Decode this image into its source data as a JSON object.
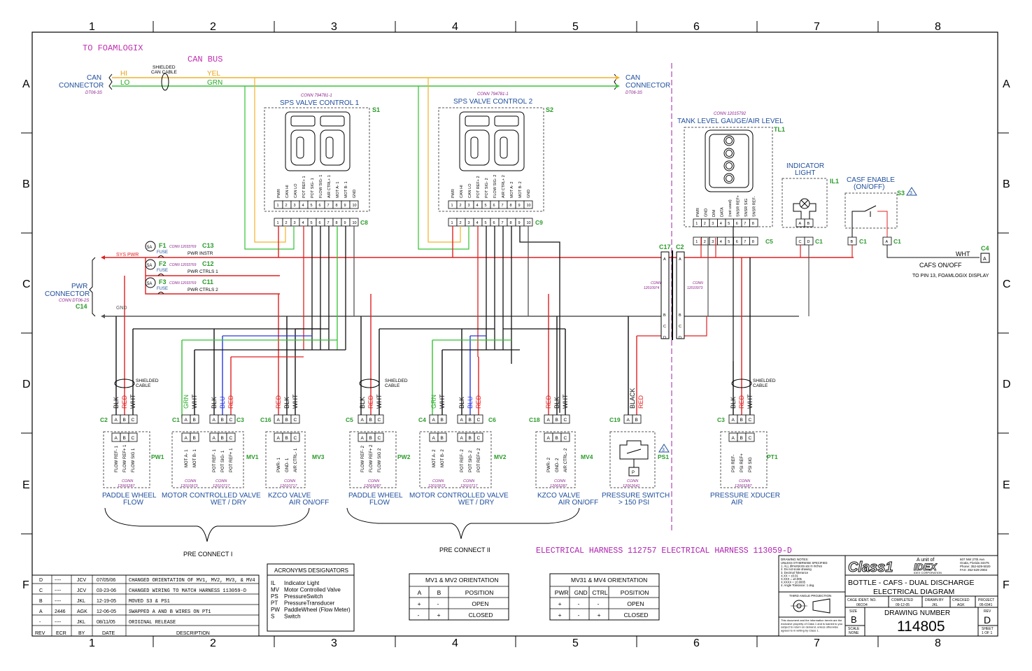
{
  "grid": {
    "columns": [
      "1",
      "2",
      "3",
      "4",
      "5",
      "6",
      "7",
      "8"
    ],
    "rows": [
      "A",
      "B",
      "C",
      "D",
      "E",
      "F"
    ]
  },
  "header": {
    "to_foamlogix": "TO FOAMLOGIX",
    "can_bus": "CAN BUS",
    "shielded_can_cable_1": "SHIELDED",
    "shielded_can_cable_2": "CAN CABLE",
    "hi": "HI",
    "lo": "LO",
    "yel": "YEL",
    "grn": "GRN",
    "can_connector_left_1": "CAN",
    "can_connector_left_2": "CONNECTOR",
    "can_connector_left_part": "DT06-3S",
    "can_connector_right_1": "CAN",
    "can_connector_right_2": "CONNECTOR",
    "can_connector_right_part": "DT06-3S"
  },
  "modules": {
    "s1": {
      "conn": "CONN 794781-1",
      "title": "SPS VALVE CONTROL 1",
      "tag": "S1",
      "pins": [
        "PWR",
        "CAN HI",
        "CAN LO",
        "POT REF+ 1",
        "POT SIG- 1",
        "FLOW SIG- 1",
        "AIR CTRL+ 1",
        "MOT A- 1",
        "MOT B- 1",
        "GND"
      ],
      "nums": [
        "1",
        "2",
        "3",
        "4",
        "5",
        "6",
        "7",
        "8",
        "9",
        "10"
      ],
      "c": "C8"
    },
    "s2": {
      "conn": "CONN 794781-1",
      "title": "SPS VALVE CONTROL 2",
      "tag": "S2",
      "pins": [
        "PWR",
        "CAN HI",
        "CAN LO",
        "POT REF+ 2",
        "POT SIG- 2",
        "FLOW SIG- 2",
        "AIR CTRL+ 2",
        "MOT A- 2",
        "MOT B- 2",
        "GND"
      ],
      "nums": [
        "1",
        "2",
        "3",
        "4",
        "5",
        "6",
        "7",
        "8",
        "9",
        "10"
      ],
      "c": "C9"
    },
    "tl1": {
      "conn": "CONN 12015792",
      "title": "TANK LEVEL GAUGE/AIR LEVEL",
      "tag": "TL1",
      "pins": [
        "PWR",
        "GND",
        "DIM",
        "DATA",
        "(not used)",
        "SNSR REF+",
        "SNSR SIG",
        "SNSR REF-"
      ],
      "nums": [
        "1",
        "2",
        "3",
        "4",
        "5",
        "6",
        "7",
        "8"
      ],
      "c": "C5"
    },
    "il1": {
      "title_1": "INDICATOR",
      "title_2": "LIGHT",
      "tag": "IL1",
      "pins": [
        "A",
        "B"
      ],
      "c_pins": [
        "C",
        "D"
      ],
      "c": "C1"
    },
    "s3": {
      "title_1": "CASF ENABLE",
      "title_2": "(ON/OFF)",
      "tag": "S3",
      "note": "3",
      "c1_pin": "B",
      "c1b_pin": "A",
      "c": "C1"
    }
  },
  "power": {
    "f1": {
      "fuse": "F1",
      "amp": "5A",
      "label": "FUSE",
      "conn": "CONN 12033769",
      "c": "C13",
      "name": "PWR INSTR"
    },
    "f2": {
      "fuse": "F2",
      "amp": "5A",
      "label": "FUSE",
      "conn": "CONN 12033769",
      "c": "C12",
      "name": "PWR CTRLS 1"
    },
    "f3": {
      "fuse": "F3",
      "amp": "5A",
      "label": "FUSE",
      "conn": "CONN 12033769",
      "c": "C11",
      "name": "PWR CTRLS 2"
    },
    "sys_pwr": "SYS PWR",
    "gnd": "GND",
    "pwr_connector_1": "PWR",
    "pwr_connector_2": "CONNECTOR",
    "pwr_connector_part": "CONN DT06-2S",
    "c14": "C14"
  },
  "bulkhead": {
    "c17": "C17",
    "c2": "C2",
    "conn_left_1": "CONN",
    "conn_left_2": "12010974",
    "conn_right_1": "CONN",
    "conn_right_2": "12010973",
    "pins": [
      "A",
      "B",
      "C",
      "D"
    ]
  },
  "c4": {
    "tag": "C4",
    "pin": "A",
    "wht": "WHT",
    "label": "CAFS ON/OFF",
    "to": "TO PIN 13, FOAMLOGIX DISPLAY"
  },
  "lower": {
    "shield_1": "SHIELDED",
    "shield_2": "CABLE",
    "pw1": {
      "c": "C2",
      "wires": [
        "BLK",
        "RED",
        "WHT"
      ],
      "pins": [
        "A",
        "B",
        "C"
      ],
      "signals": [
        "FLOW REF- 1",
        "FLOW REF+ 1",
        "FLOW SIG 1"
      ],
      "tag": "PW1",
      "conn_1": "CONN",
      "conn_2": "12065287",
      "name_1": "PADDLE WHEEL",
      "name_2": "FLOW"
    },
    "mv1": {
      "c_a": "C1",
      "c_b": "C3",
      "wires_a": [
        "GRN",
        "WHT"
      ],
      "wires_b": [
        "BLK",
        "BLU",
        "RED"
      ],
      "pins_a": [
        "A",
        "B"
      ],
      "pins_b": [
        "A",
        "B",
        "C"
      ],
      "signals_a": [
        "MOT A- 1",
        "MOT B- 1"
      ],
      "signals_b": [
        "POT REF- 1",
        "POT SIG- 1",
        "POT REF+ 1"
      ],
      "tag": "MV1",
      "conn_a_1": "CONN",
      "conn_a_2": "12010973",
      "conn_b_1": "CONN",
      "conn_b_2": "12010717",
      "name_1": "MOTOR CONTROLLED VALVE",
      "name_2": "WET / DRY"
    },
    "mv3": {
      "c": "C16",
      "wires": [
        "RED",
        "BLK",
        "WHT"
      ],
      "pins": [
        "A",
        "B",
        "C"
      ],
      "signals": [
        "PWR- 1",
        "GND- 1",
        "AIR CTRL- 1"
      ],
      "tag": "MV3",
      "conn_1": "CONN",
      "conn_2": "12010717",
      "name_1": "KZCO VALVE",
      "name_2": "AIR ON/OFF"
    },
    "pw2": {
      "c": "C5",
      "wires": [
        "BLK",
        "RED",
        "WHT"
      ],
      "pins": [
        "A",
        "B",
        "C"
      ],
      "signals": [
        "FLOW REF- 2",
        "FLOW REF+ 2",
        "FLOW SIG 2"
      ],
      "tag": "PW2",
      "conn_1": "CONN",
      "conn_2": "12065287",
      "name_1": "PADDLE WHEEL",
      "name_2": "FLOW"
    },
    "mv2": {
      "c_a": "C4",
      "c_b": "C6",
      "wires_a": [
        "GRN",
        "WHT"
      ],
      "wires_b": [
        "BLK",
        "BLU",
        "RED"
      ],
      "pins_a": [
        "A",
        "B"
      ],
      "pins_b": [
        "A",
        "B",
        "C"
      ],
      "signals_a": [
        "MOT A- 2",
        "MOT B- 2"
      ],
      "signals_b": [
        "POT REF- 2",
        "POT SIG- 2",
        "POT REF+ 2"
      ],
      "tag": "MV2",
      "conn_a_1": "CONN",
      "conn_a_2": "12010973",
      "conn_b_1": "CONN",
      "conn_b_2": "12010717",
      "name_1": "MOTOR CONTROLLED VALVE",
      "name_2": "WET / DRY"
    },
    "mv4": {
      "c": "C18",
      "wires": [
        "RED",
        "BLK",
        "WHT"
      ],
      "pins": [
        "A",
        "B",
        "C"
      ],
      "signals": [
        "PWR- 2",
        "GND- 2",
        "AIR CTRL- 2"
      ],
      "tag": "MV4",
      "conn_1": "CONN",
      "conn_2": "12065287",
      "name_1": "KZCO VALVE",
      "name_2": "AIR ON/OFF"
    },
    "ps1": {
      "c": "C19",
      "wires": [
        "BLACK",
        "RED"
      ],
      "pins": [
        "A",
        "B"
      ],
      "tag": "PS1",
      "note": "3",
      "p": "P",
      "conn_1": "CONN",
      "conn_2": "12062641",
      "name_1": "PRESSURE SWITCH",
      "name_2": "> 150 PSI"
    },
    "pt1": {
      "c": "C3",
      "wires": [
        "BLK",
        "RED",
        "WHT"
      ],
      "pins": [
        "A",
        "B",
        "C"
      ],
      "signals": [
        "PSI REF-",
        "PSI REF+",
        "PSI SIG"
      ],
      "tag": "PT1",
      "conn_1": "CONN",
      "conn_2": "12065287",
      "name_1": "PRESSURE XDUCER",
      "name_2": "AIR"
    },
    "pre_connect_1": "PRE CONNECT I",
    "pre_connect_2": "PRE CONNECT II",
    "harness": "ELECTRICAL HARNESS 112757 ELECTRICAL HARNESS 113059-D"
  },
  "revisions": {
    "rows": [
      {
        "rev": "D",
        "ecr": "----",
        "by": "JCV",
        "date": "07/05/06",
        "desc": "CHANGED ORIENTATION OF MV1, MV2, MV3, & MV4"
      },
      {
        "rev": "C",
        "ecr": "----",
        "by": "JCV",
        "date": "03-23-06",
        "desc": "CHANGED WIRING TO MATCH HARNESS 113059-D"
      },
      {
        "rev": "B",
        "ecr": "----",
        "by": "JKL",
        "date": "12-19-05",
        "desc": "MOVED S3 & PS1"
      },
      {
        "rev": "A",
        "ecr": "2446",
        "by": "AGK",
        "date": "12-06-05",
        "desc": "SWAPPED A AND B WIRES ON PT1"
      },
      {
        "rev": "-",
        "ecr": "----",
        "by": "JKL",
        "date": "08/11/05",
        "desc": "ORIGINAL RELEASE"
      }
    ],
    "head": {
      "rev": "REV",
      "ecr": "ECR",
      "by": "BY",
      "date": "DATE",
      "desc": "DESCRIPTION"
    }
  },
  "acronyms": {
    "title": "ACRONYMS DESIGNATORS",
    "items": [
      {
        "k": "IL",
        "v": "Indicator Light"
      },
      {
        "k": "MV",
        "v": "Motor Controlled Valve"
      },
      {
        "k": "PS",
        "v": "PressureSwitch"
      },
      {
        "k": "PT",
        "v": "PressureTransducer"
      },
      {
        "k": "PW",
        "v": "PaddleWheel (Flow Meter)"
      },
      {
        "k": "S",
        "v": "Switch"
      }
    ]
  },
  "mv12_table": {
    "title": "MV1 & MV2 ORIENTATION",
    "head": [
      "A",
      "B",
      "POSITION"
    ],
    "rows": [
      [
        "+",
        "-",
        "OPEN"
      ],
      [
        "-",
        "+",
        "CLOSED"
      ]
    ]
  },
  "mv34_table": {
    "title": "MV31 & MV4 ORIENTATION",
    "head": [
      "PWR",
      "GND",
      "CTRL",
      "POSITION"
    ],
    "rows": [
      [
        "+",
        "-",
        "-",
        "OPEN"
      ],
      [
        "+",
        "-",
        "+",
        "CLOSED"
      ]
    ]
  },
  "title_block": {
    "notes_title": "DRAWING NOTES:",
    "notes": [
      "UNLESS OTHERWISE SPECIFIED",
      "1. ALL dimensions are in inches",
      "2. Do not scale drawing",
      "3. Decimal Tolerance",
      "X.XX = ±0.01",
      "X.XXX = ±0.005",
      "X.XXXX = ±0.0005",
      "4. Angle Tolerance: 1 deg."
    ],
    "third_angle": "THIRD ANGLE PROJECTION",
    "proprietary": [
      "This document and the information herein are the",
      "exclusive property of Class 1 and is loaned to you",
      "subject to return on demand, unless otherwise",
      "agreed to in writing by Class 1."
    ],
    "logo": "Class1",
    "unit_of": "A unit of",
    "idex": "IDEX",
    "idex_corp": "IDEX CORPORATION",
    "address": [
      "607 NW 27th Ave.",
      "Ocala, Florida 34475",
      "Phone: 352-629-5020",
      "FAX: 352-629-2902"
    ],
    "title_1": "BOTTLE - CAFS - DUAL DISCHARGE",
    "title_2": "ELECTRICAL DIAGRAM",
    "cage_label": "CAGE IDENT. NO.",
    "cage": "06CO4",
    "completed_label": "COMPLETED",
    "completed": "09-12-05",
    "drawn_label": "DRAWN BY",
    "drawn": "JKL",
    "checked_label": "CHECKED",
    "checked": "AGK",
    "project_label": "PROJECT",
    "project": "05-0341",
    "size_label": "SIZE",
    "size": "B",
    "dwg_label": "DRAWING NUMBER",
    "dwg": "114805",
    "rev_label": "REV",
    "rev": "D",
    "scale_label": "SCALE",
    "scale": "NONE",
    "sheet_label": "SHEET",
    "sheet": "1 OF 1"
  }
}
